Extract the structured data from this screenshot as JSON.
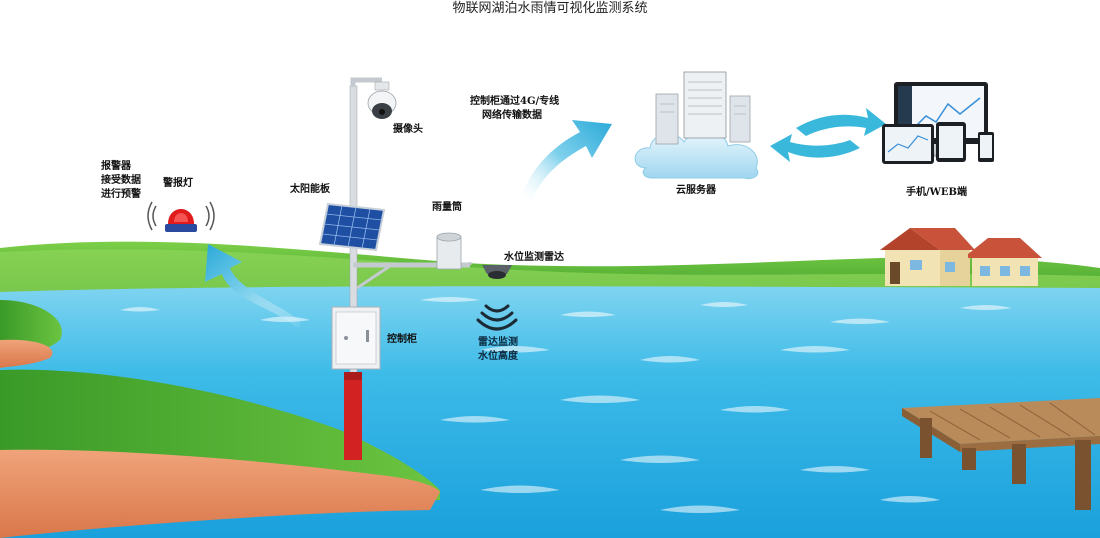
{
  "title": "物联网湖泊水雨情可视化监测系统",
  "labels": {
    "camera": "摄像头",
    "solar_panel": "太阳能板",
    "rain_gauge": "雨量筒",
    "radar": "水位监测雷达",
    "control_cabinet": "控制柜",
    "alarm_light": "警报灯",
    "transmission": [
      "控制柜通过4G/专线",
      "网络传输数据"
    ],
    "alarm_desc": [
      "报警器",
      "接受数据",
      "进行预警"
    ],
    "radar_desc": [
      "雷达监测",
      "水位高度"
    ],
    "cloud_server": "云服务器",
    "mobile_web": "手机/WEB端"
  },
  "colors": {
    "water": "#2fb3e6",
    "grass": "#5fbf3b",
    "arrow": "#3ab8dc",
    "alarm": "#e01b1b"
  }
}
